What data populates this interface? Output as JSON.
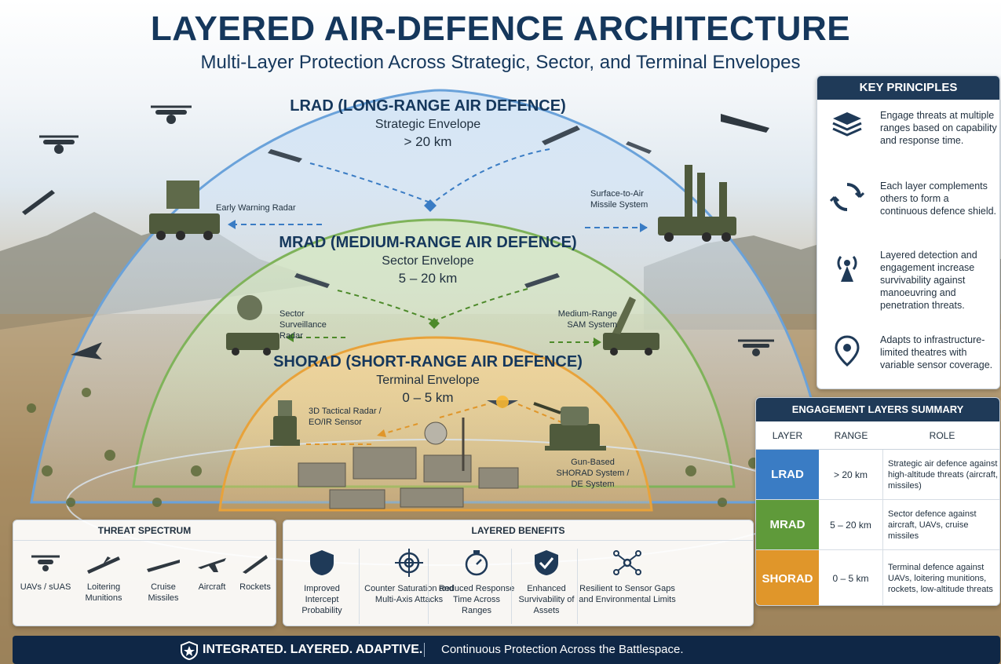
{
  "header": {
    "title": "LAYERED AIR-DEFENCE ARCHITECTURE",
    "subtitle": "Multi-Layer Protection Across Strategic, Sector, and Terminal Envelopes"
  },
  "layers": {
    "lrad": {
      "name": "LRAD (LONG-RANGE AIR DEFENCE)",
      "envelope": "Strategic Envelope",
      "range": "> 20 km",
      "color": "#3a7cc4"
    },
    "mrad": {
      "name": "MRAD (MEDIUM-RANGE AIR DEFENCE)",
      "envelope": "Sector Envelope",
      "range": "5 – 20 km",
      "color": "#5f9a3a"
    },
    "shorad": {
      "name": "SHORAD (SHORT-RANGE AIR DEFENCE)",
      "envelope": "Terminal Envelope",
      "range": "0 – 5 km",
      "color": "#e0962a"
    }
  },
  "systems": {
    "early_warning_radar": "Early Warning Radar",
    "sam_system": "Surface-to-Air Missile System",
    "sector_radar": "Sector Surveillance Radar",
    "medium_sam": "Medium-Range SAM System",
    "tactical_radar": "3D Tactical Radar / EO/IR Sensor",
    "gun_shorad": "Gun-Based SHORAD System / DE System"
  },
  "key_principles": {
    "title": "KEY PRINCIPLES",
    "items": [
      {
        "icon": "layers-icon",
        "text": "Engage threats at multiple ranges based on capability and response time."
      },
      {
        "icon": "cycle-icon",
        "text": "Each layer complements others to form a continuous defence shield."
      },
      {
        "icon": "radar-signal-icon",
        "text": "Layered detection and engagement increase survivability against manoeuvring and penetration threats."
      },
      {
        "icon": "location-pin-icon",
        "text": "Adapts to infrastructure-limited theatres with variable sensor coverage."
      }
    ]
  },
  "engagement_summary": {
    "title": "ENGAGEMENT LAYERS SUMMARY",
    "columns": [
      "LAYER",
      "RANGE",
      "ROLE"
    ],
    "rows": [
      {
        "layer": "LRAD",
        "range": "> 20 km",
        "role": "Strategic air defence against high-altitude threats (aircraft, missiles)",
        "color": "#3a7cc4"
      },
      {
        "layer": "MRAD",
        "range": "5 – 20 km",
        "role": "Sector defence against aircraft, UAVs, cruise missiles",
        "color": "#5f9a3a"
      },
      {
        "layer": "SHORAD",
        "range": "0 – 5 km",
        "role": "Terminal defence against UAVs, loitering munitions, rockets, low-altitude threats",
        "color": "#e0962a"
      }
    ]
  },
  "threat_spectrum": {
    "title": "THREAT SPECTRUM",
    "items": [
      {
        "label": "UAVs / sUAS",
        "icon": "drone-icon"
      },
      {
        "label": "Loitering Munitions",
        "icon": "loitering-munition-icon"
      },
      {
        "label": "Cruise Missiles",
        "icon": "cruise-missile-icon"
      },
      {
        "label": "Aircraft",
        "icon": "aircraft-icon"
      },
      {
        "label": "Rockets",
        "icon": "rocket-icon"
      }
    ]
  },
  "layered_benefits": {
    "title": "LAYERED BENEFITS",
    "items": [
      {
        "label": "Improved Intercept Probability",
        "icon": "shield-icon"
      },
      {
        "label": "Counter Saturation and Multi-Axis Attacks",
        "icon": "crosshair-icon"
      },
      {
        "label": "Reduced Response Time Across Ranges",
        "icon": "stopwatch-icon"
      },
      {
        "label": "Enhanced Survivability of Assets",
        "icon": "shield-check-icon"
      },
      {
        "label": "Resilient to Sensor Gaps and Environmental Limits",
        "icon": "network-icon"
      }
    ]
  },
  "footer": {
    "tagline": "INTEGRATED. LAYERED. ADAPTIVE.",
    "statement": "Continuous Protection Across the Battlespace."
  }
}
